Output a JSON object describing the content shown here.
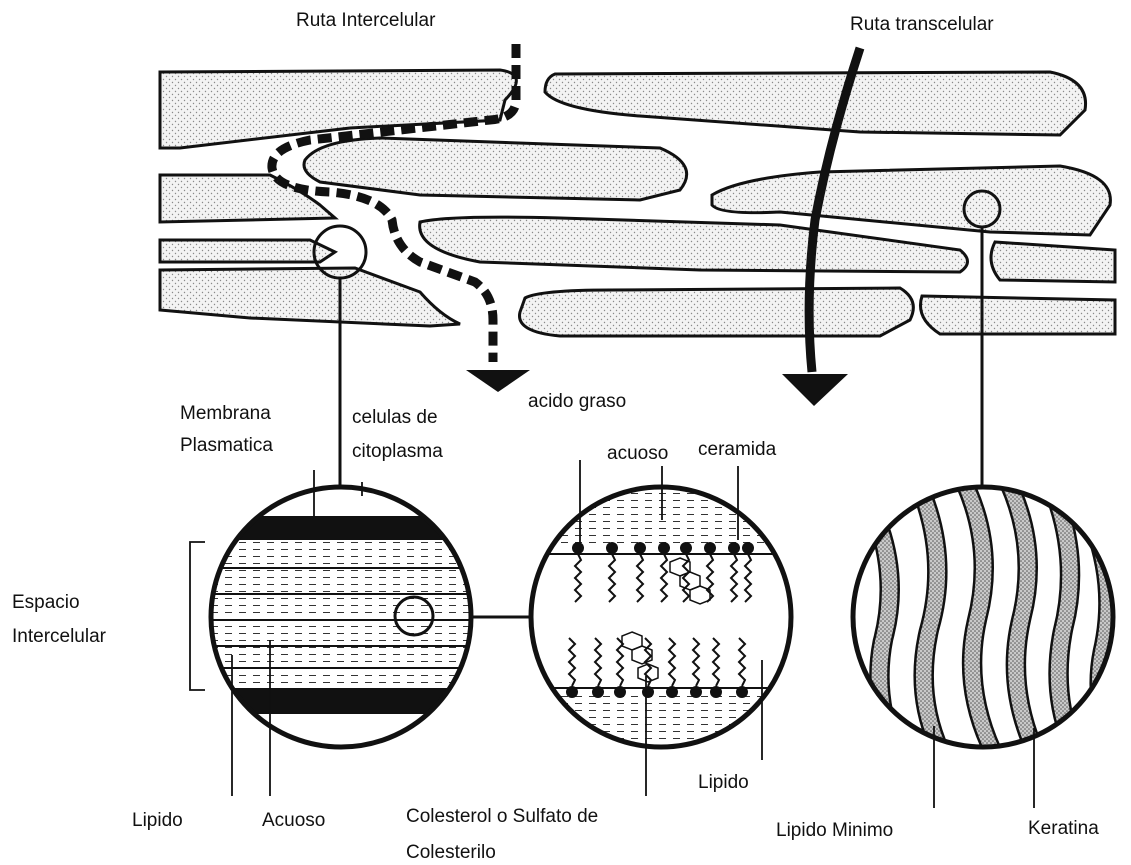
{
  "labels": {
    "route_intercellular": "Ruta Intercelular",
    "route_transcellular": "Ruta transcelular",
    "fatty_acid": "acido graso",
    "plasma_membrane_line1": "Membrana",
    "plasma_membrane_line2": "Plasmatica",
    "cytoplasm_line1": "celulas de",
    "cytoplasm_line2": "citoplasma",
    "aqueous_top": "acuoso",
    "ceramide": "ceramida",
    "intercellular_space_line1": "Espacio",
    "intercellular_space_line2": "Intercelular",
    "lipid_left": "Lipido",
    "aqueous_left": "Acuoso",
    "cholesterol_line1": "Colesterol o Sulfato de",
    "cholesterol_line2": "Colesterilo",
    "lipid_middle": "Lipido",
    "minimal_lipid": "Lipido Minimo",
    "keratin": "Keratina"
  },
  "colors": {
    "ink": "#111111",
    "cell_fill": "#eeeeee",
    "background": "#ffffff"
  }
}
